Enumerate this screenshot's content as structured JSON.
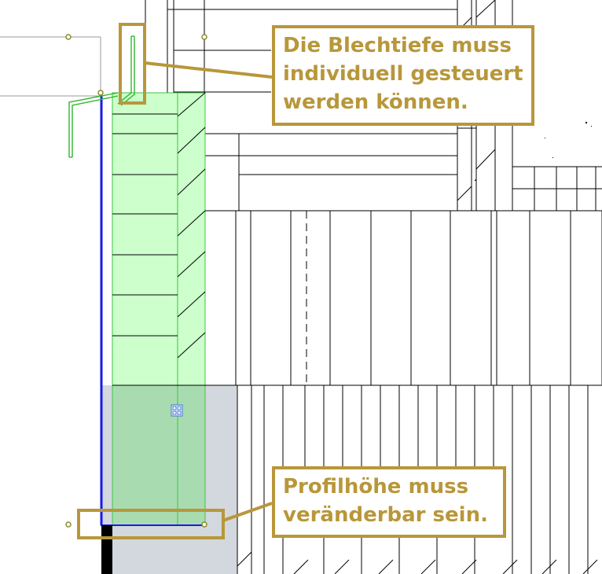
{
  "annotations": {
    "top": {
      "lines": [
        "Die Blechtiefe muss",
        "individuell gesteuert",
        "werden können."
      ]
    },
    "bottom": {
      "lines": [
        "Profilhöhe muss",
        "veränderbar sein."
      ]
    }
  },
  "colors": {
    "callout_gold": "#b8973a",
    "insulation_green": "#ccffcc",
    "insulation_outline": "#3ec43e",
    "selected_green": "#a8dcb0",
    "slab_gray": "#d3d8de",
    "axis_blue": "#1a1ae6",
    "drawing_lines": "#000000"
  },
  "icons": {
    "selection_handle": "selection-handle-icon"
  }
}
